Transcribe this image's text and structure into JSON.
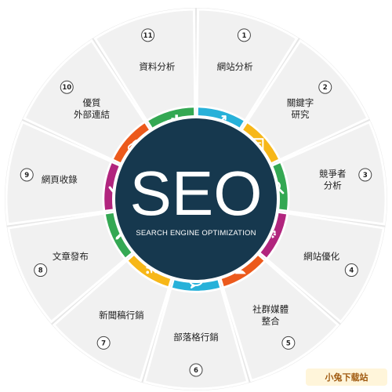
{
  "center": {
    "title": "SEO",
    "subtitle": "SEARCH ENGINE OPTIMIZATION",
    "color": "#16384e"
  },
  "segments": [
    {
      "number": "1",
      "lines": [
        "網站分析"
      ],
      "color": "#27b1d9",
      "icon": "line-chart-icon"
    },
    {
      "number": "2",
      "lines": [
        "關鍵字",
        "研究"
      ],
      "color": "#f7b718",
      "icon": "document-icon"
    },
    {
      "number": "3",
      "lines": [
        "競爭者",
        "分析"
      ],
      "color": "#34a853",
      "icon": "magnifier-icon"
    },
    {
      "number": "4",
      "lines": [
        "網站優化"
      ],
      "color": "#b1257e",
      "icon": "gear-icon"
    },
    {
      "number": "5",
      "lines": [
        "社群媒體",
        "整合"
      ],
      "color": "#ec5a1c",
      "icon": "user-icon"
    },
    {
      "number": "6",
      "lines": [
        "部落格行銷"
      ],
      "color": "#27b1d9",
      "icon": "chat-bubble-icon"
    },
    {
      "number": "7",
      "lines": [
        "新聞稿行銷"
      ],
      "color": "#f7b718",
      "icon": "rss-icon"
    },
    {
      "number": "8",
      "lines": [
        "文章發布"
      ],
      "color": "#34a853",
      "icon": "pencil-icon"
    },
    {
      "number": "9",
      "lines": [
        "網頁收錄"
      ],
      "color": "#b1257e",
      "icon": "checkmark-icon"
    },
    {
      "number": "10",
      "lines": [
        "優質",
        "外部連結"
      ],
      "color": "#ec5a1c",
      "icon": "link-icon"
    },
    {
      "number": "11",
      "lines": [
        "資料分析"
      ],
      "color": "#34a853",
      "icon": "bar-chart-icon"
    }
  ],
  "watermark": {
    "text": "小兔下载站"
  }
}
